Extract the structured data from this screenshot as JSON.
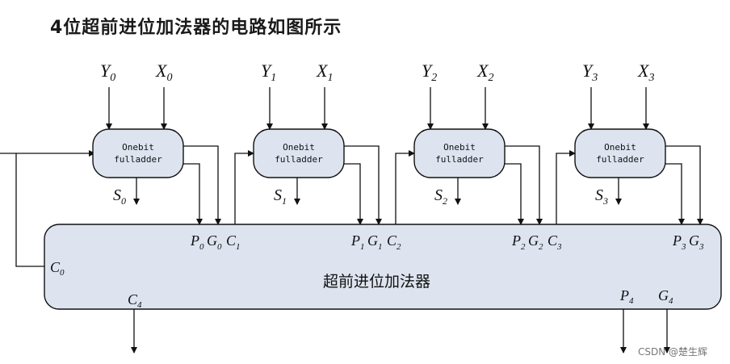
{
  "title": "4位超前进位加法器的电路如图所示",
  "adders": [
    {
      "y": "Y",
      "y_sub": "0",
      "x": "X",
      "x_sub": "0",
      "line1": "Onebit",
      "line2": "fulladder",
      "s": "S",
      "s_sub": "0",
      "p": "P",
      "p_sub": "0",
      "g": "G",
      "g_sub": "0",
      "c": "C",
      "c_sub": "1"
    },
    {
      "y": "Y",
      "y_sub": "1",
      "x": "X",
      "x_sub": "1",
      "line1": "Onebit",
      "line2": "fulladder",
      "s": "S",
      "s_sub": "1",
      "p": "P",
      "p_sub": "1",
      "g": "G",
      "g_sub": "1",
      "c": "C",
      "c_sub": "2"
    },
    {
      "y": "Y",
      "y_sub": "2",
      "x": "X",
      "x_sub": "2",
      "line1": "Onebit",
      "line2": "fulladder",
      "s": "S",
      "s_sub": "2",
      "p": "P",
      "p_sub": "2",
      "g": "G",
      "g_sub": "2",
      "c": "C",
      "c_sub": "3"
    },
    {
      "y": "Y",
      "y_sub": "3",
      "x": "X",
      "x_sub": "3",
      "line1": "Onebit",
      "line2": "fulladder",
      "s": "S",
      "s_sub": "3",
      "p": "P",
      "p_sub": "3",
      "g": "G",
      "g_sub": "3",
      "c": "",
      "c_sub": ""
    }
  ],
  "cla": {
    "label": "超前进位加法器",
    "c0": "C",
    "c0_sub": "0",
    "c4": "C",
    "c4_sub": "4",
    "p4": "P",
    "p4_sub": "4",
    "g4": "G",
    "g4_sub": "4"
  },
  "watermark": "CSDN @楚生辉"
}
